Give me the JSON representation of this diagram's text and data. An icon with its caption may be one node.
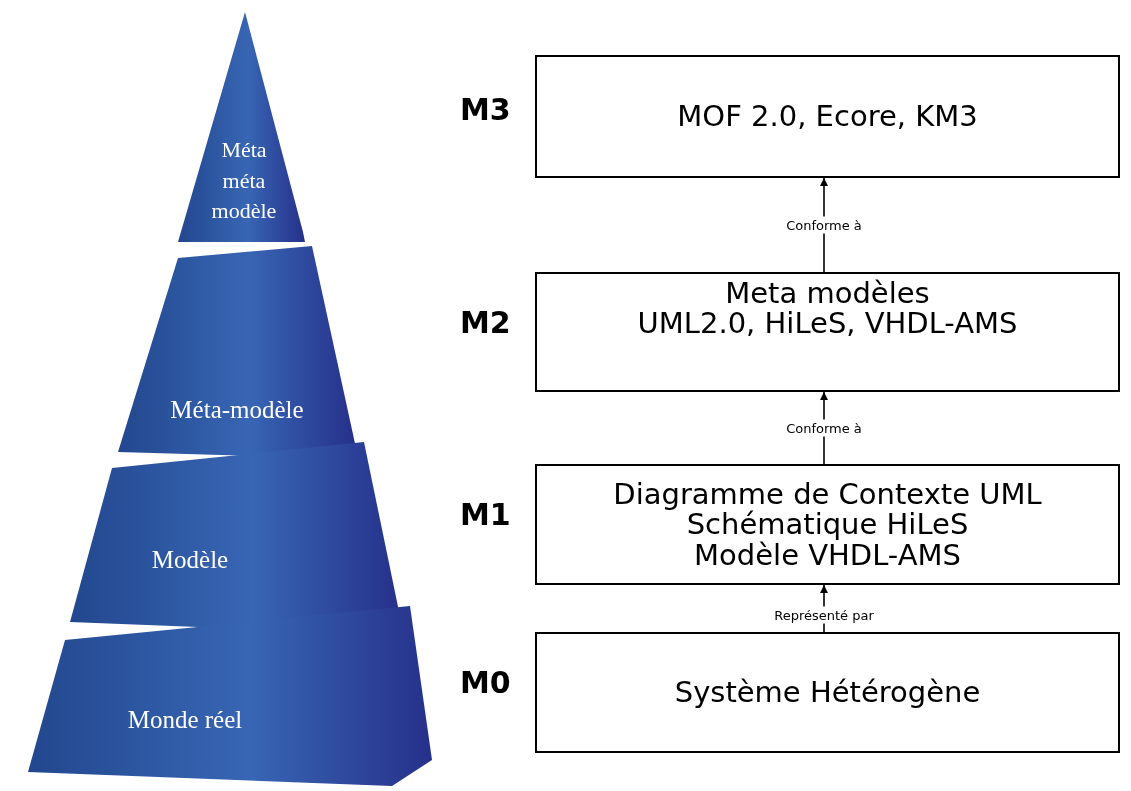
{
  "diagram": {
    "nodes": [
      {
        "text": [
          "Méta méta modèle"
        ]
      },
      {
        "text": [
          "Méta-modèle"
        ]
      },
      {
        "text": [
          "Modèle"
        ]
      },
      {
        "text": [
          "Monde réel"
        ]
      },
      {
        "text": [
          "MOF 2.0, Ecore, KM3"
        ],
        "beside": [
          "M3"
        ]
      },
      {
        "text": [
          "Meta modèles",
          "UML2.0, HiLeS, VHDL-AMS"
        ],
        "beside": [
          "M2"
        ]
      },
      {
        "text": [
          "Diagramme de Contexte UML",
          "Schématique HiLeS",
          "Modèle VHDL-AMS"
        ],
        "beside": [
          "M1"
        ]
      },
      {
        "text": [
          "Système Hétérogène"
        ],
        "beside": [
          "M0"
        ]
      }
    ],
    "edges": [
      {
        "from": 5,
        "to": 4,
        "arrow": "to",
        "label": "Conforme à"
      },
      {
        "from": 6,
        "to": 5,
        "arrow": "to",
        "label": "Conforme à"
      },
      {
        "from": 7,
        "to": 6,
        "arrow": "to",
        "label": "Représenté par"
      }
    ]
  }
}
